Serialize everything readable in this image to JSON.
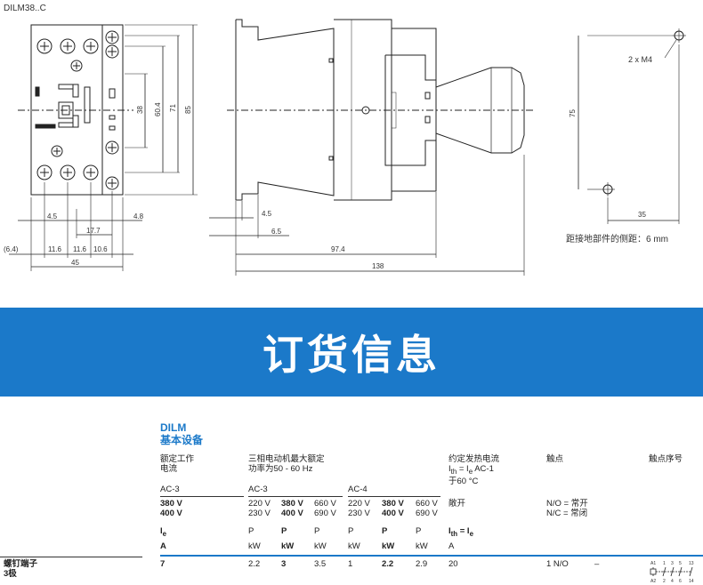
{
  "figure": {
    "model_label": "DILM38..C",
    "front": {
      "dims": {
        "d85": "85",
        "d71": "71",
        "d60_4": "60.4",
        "d38": "38",
        "d4_5": "4.5",
        "d4_8": "4.8",
        "d17_7": "17.7",
        "d6_4": "(6.4)",
        "d11_6a": "11.6",
        "d11_6b": "11.6",
        "d10_6": "10.6",
        "d45": "45"
      }
    },
    "side": {
      "dims": {
        "d4_5": "4.5",
        "d6_5": "6.5",
        "d97_4": "97.4",
        "d138": "138"
      }
    },
    "mount": {
      "holes_label": "2 x M4",
      "d75": "75",
      "d35": "35",
      "note": "距接地部件的侧距：6 mm"
    }
  },
  "banner": {
    "title": "订货信息"
  },
  "order_table": {
    "title": "DILM",
    "subtitle": "基本设备",
    "rated_current": [
      "额定工作",
      "电流"
    ],
    "motor_power": [
      "三相电动机最大额定",
      "功率为50 - 60 Hz"
    ],
    "thermal_current": [
      "约定发热电流",
      "I",
      "th",
      " = I",
      "e",
      " AC-1",
      "于60 °C"
    ],
    "contacts_header": "触点",
    "contact_seq_header": "触点序号",
    "ac3": "AC-3",
    "ac3_power": "AC-3",
    "ac4": "AC-4",
    "volt_a": [
      "380 V",
      "400 V"
    ],
    "volt_b": [
      "220 V",
      "230 V"
    ],
    "volt_c": [
      "380 V",
      "400 V"
    ],
    "volt_d": [
      "660 V",
      "690 V"
    ],
    "volt_e": [
      "220 V",
      "230 V"
    ],
    "volt_f": [
      "380 V",
      "400 V"
    ],
    "volt_g": [
      "660 V",
      "690 V"
    ],
    "open_label": "敞开",
    "contact_types": [
      "N/O = 常开",
      "N/C = 常闭"
    ],
    "sym_ie": "I",
    "sym_ie_sub": "e",
    "sym_p": "P",
    "sym_ith": "I",
    "sym_ith_rest": " = I",
    "units": [
      "A",
      "kW",
      "kW",
      "kW",
      "kW",
      "kW",
      "kW",
      "A"
    ],
    "row_label": [
      "螺钉端子",
      "3极"
    ],
    "row": [
      "7",
      "2.2",
      "3",
      "3.5",
      "1",
      "2.2",
      "2.9",
      "20",
      "1 N/O",
      "–"
    ],
    "contact_diagram_labels": [
      "A1",
      "1",
      "3",
      "5",
      "13",
      "A2",
      "2",
      "4",
      "6",
      "14"
    ]
  }
}
